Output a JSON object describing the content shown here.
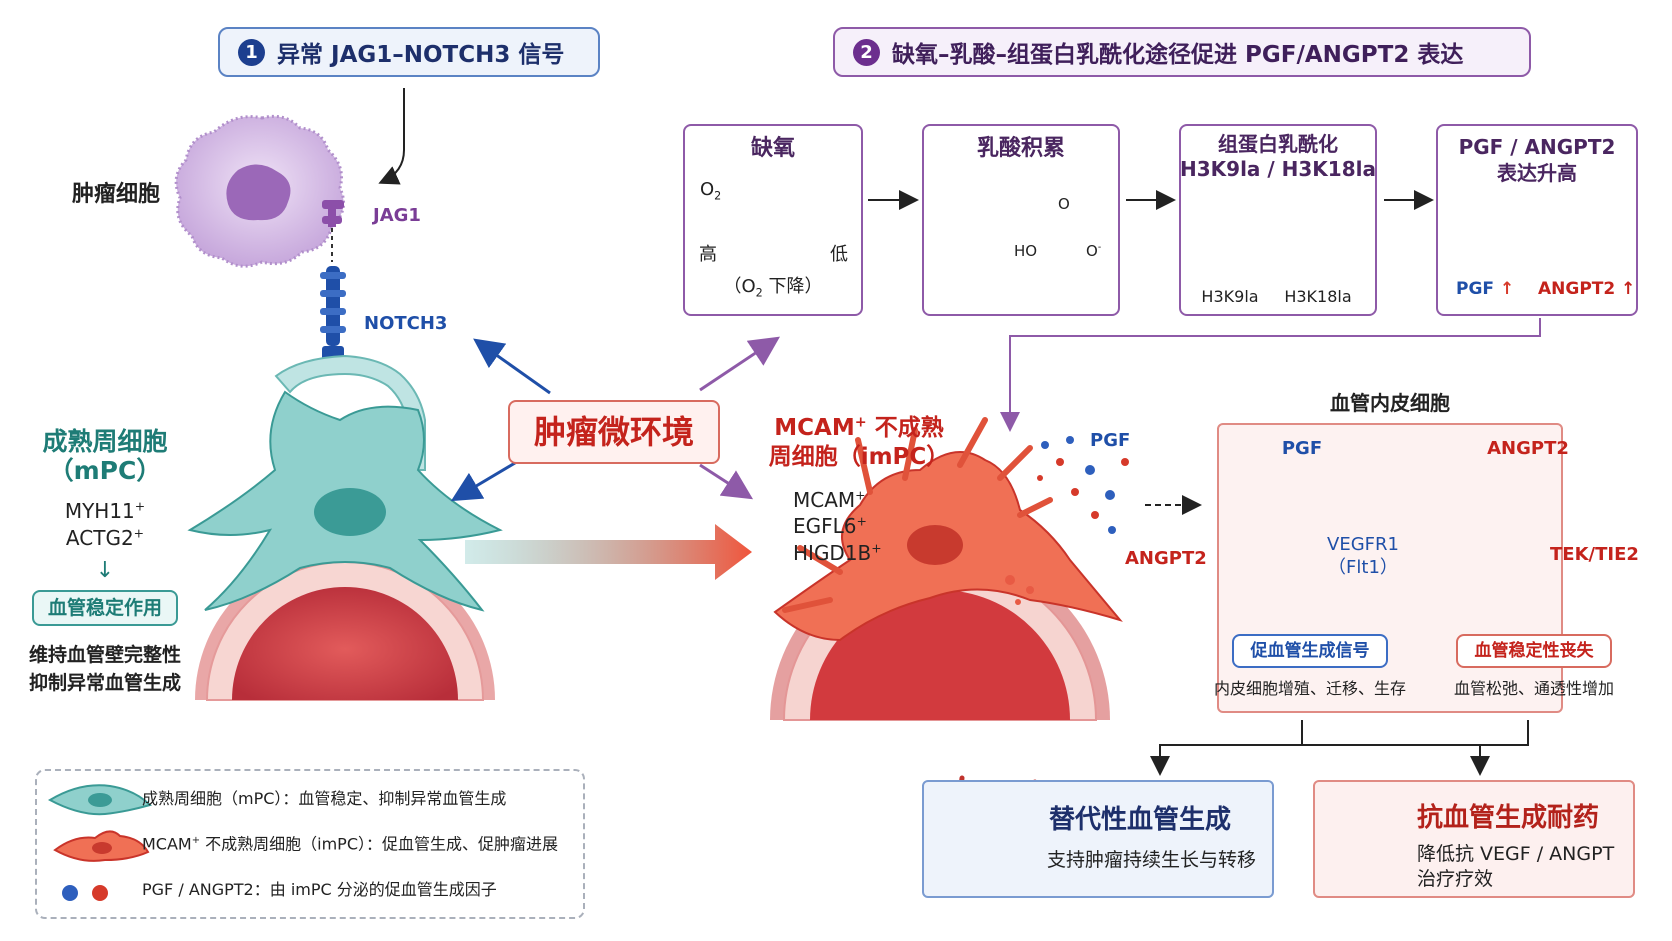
{
  "header1": {
    "num": "1",
    "text": "异常 JAG1–NOTCH3 信号"
  },
  "header2": {
    "num": "2",
    "text": "缺氧–乳酸–组蛋白乳酰化途径促进 PGF/ANGPT2 表达"
  },
  "tumor_cell": {
    "label": "肿瘤细胞",
    "jag1": "JAG1",
    "notch3": "NOTCH3"
  },
  "center": {
    "label": "肿瘤微环境"
  },
  "mpc": {
    "title1": "成熟周细胞",
    "title2": "（mPC）",
    "marker1": "MYH11",
    "marker2": "ACTG2",
    "sup": "+",
    "role": "血管稳定作用",
    "desc1": "维持血管壁完整性",
    "desc2": "抑制异常血管生成"
  },
  "impc": {
    "title1_a": "MCAM",
    "title1_sup": "+",
    "title1_b": " 不成熟",
    "title2": "周细胞（imPC）",
    "m1": "MCAM",
    "m2": "EGFL6",
    "m3": "HIGD1B",
    "sup": "+",
    "pgf": "PGF",
    "angpt2": "ANGPT2"
  },
  "steps": {
    "hypoxia": {
      "title": "缺氧",
      "o2": "O",
      "o2_sub": "2",
      "high": "高",
      "low": "低",
      "note_a": "（O",
      "note_sub": "2",
      "note_b": " 下降）"
    },
    "lactate": {
      "title": "乳酸积累",
      "ho": "HO",
      "o_minus": "O",
      "o_sup": "-",
      "o_top": "O"
    },
    "histone": {
      "title1": "组蛋白乳酰化",
      "title2": "H3K9la / H3K18la",
      "la": "la",
      "l1": "H3K9la",
      "l2": "H3K18la"
    },
    "expr": {
      "title1": "PGF / ANGPT2",
      "title2": "表达升高",
      "pgf": "PGF",
      "angpt2": "ANGPT2",
      "up": "↑"
    }
  },
  "endo": {
    "title": "血管内皮细胞",
    "pgf": "PGF",
    "angpt2": "ANGPT2",
    "vegfr1_a": "VEGFR1",
    "vegfr1_b": "（Flt1）",
    "tek": "TEK/TIE2",
    "sig1": "促血管生成信号",
    "sig2": "血管稳定性丧失",
    "desc1": "内皮细胞增殖、迁移、生存",
    "desc2": "血管松弛、通透性增加"
  },
  "outcome1": {
    "title": "替代性血管生成",
    "desc": "支持肿瘤持续生长与转移"
  },
  "outcome2": {
    "title": "抗血管生成耐药",
    "desc1": "降低抗 VEGF / ANGPT",
    "desc2": "治疗疗效"
  },
  "legend": {
    "item1": "成熟周细胞（mPC）：血管稳定、抑制异常血管生成",
    "item2_a": "MCAM",
    "item2_sup": "+",
    "item2_b": " 不成熟周细胞（imPC）：促血管生成、促肿瘤进展",
    "item3": "PGF / ANGPT2：由 imPC 分泌的促血管生成因子"
  },
  "colors": {
    "teal": "#2a8b86",
    "red": "#d63a2a",
    "blue": "#1f4fa8",
    "purple": "#7a3d96",
    "navy": "#1d2f6b"
  }
}
